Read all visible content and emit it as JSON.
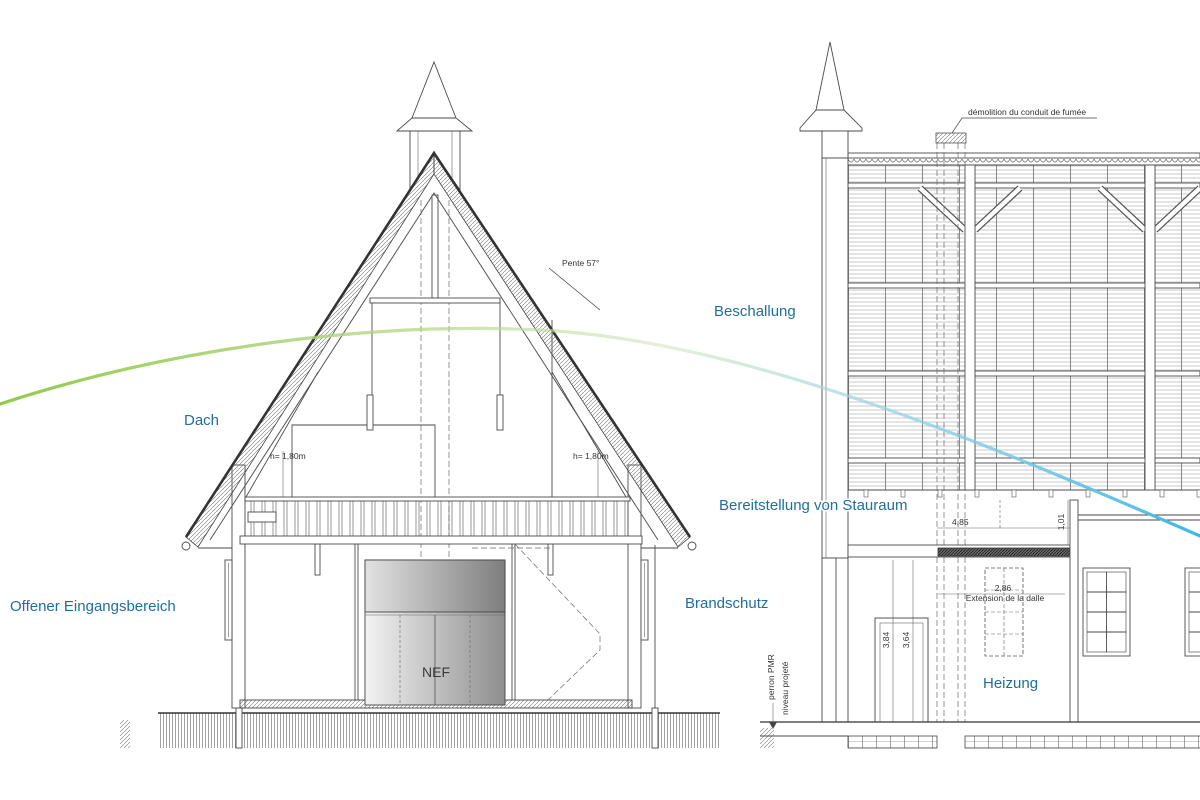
{
  "labels": {
    "dach": "Dach",
    "beschallung": "Beschallung",
    "stauraum": "Bereitstellung von Stauraum",
    "eingangsbereich": "Offener Eingangsbereich",
    "brandschutz": "Brandschutz",
    "heizung": "Heizung"
  },
  "section": {
    "roof_pitch": "Pente 57°",
    "height_left": "h= 1,80m",
    "height_right": "h= 1,80m",
    "nave_door": "NEF"
  },
  "elevation": {
    "chimney_note": "démolition du conduit de fumée",
    "dim_width": "4,85",
    "dim_height_slab": "1,01",
    "dim_extension": "2,86",
    "slab_note": "Extension de la dalle",
    "dim_door_a": "3,84",
    "dim_door_b": "3,64",
    "ramp_note": "perron PMR",
    "level_note": "niveau projeté"
  },
  "colors": {
    "label": "#1e6f9b",
    "drawing_line": "#4a4a4a",
    "curve_start": "#8cc63f",
    "curve_end": "#3fb6e6"
  }
}
